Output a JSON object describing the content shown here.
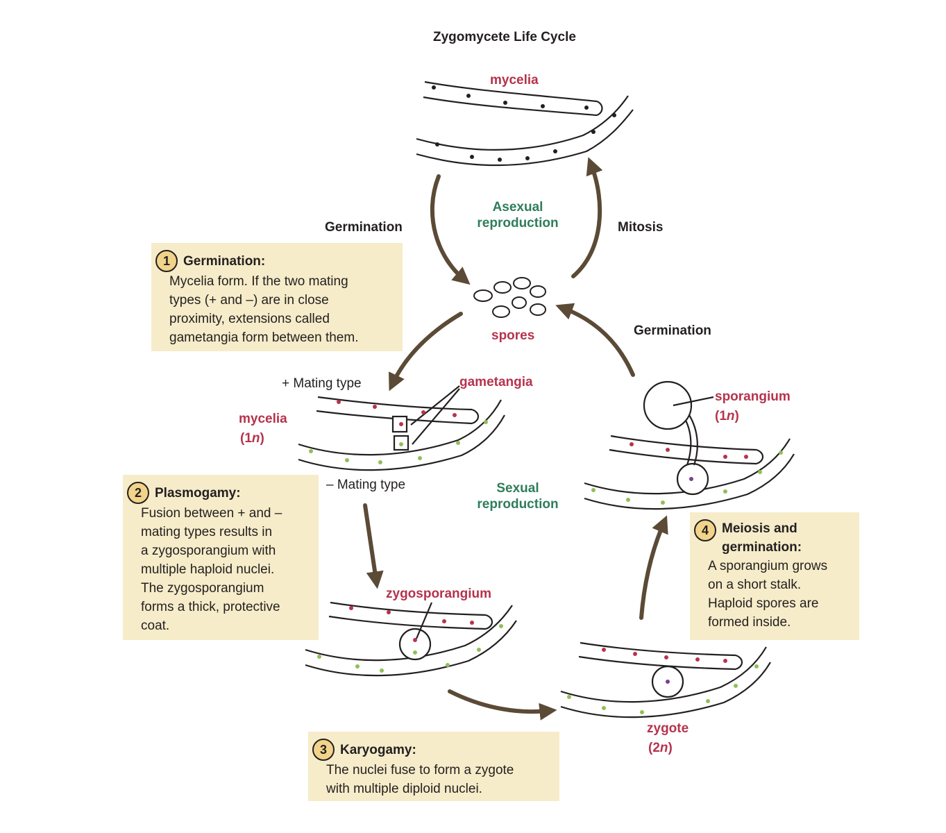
{
  "title": "Zygomycete Life Cycle",
  "labels": {
    "mycelia_top": "mycelia",
    "germination_left": "Germination",
    "asexual_line1": "Asexual",
    "asexual_line2": "reproduction",
    "mitosis": "Mitosis",
    "spores": "spores",
    "germination_right": "Germination",
    "plus_mating": "+ Mating type",
    "gametangia": "gametangia",
    "mycelia_mid": "mycelia",
    "mycelia_ploidy_open": "(1",
    "ploidy_n": "n",
    "ploidy_close": ")",
    "minus_mating": "– Mating type",
    "sexual_line1": "Sexual",
    "sexual_line2": "reproduction",
    "sporangium": "sporangium",
    "sporangium_ploidy_open": "(1",
    "zygosporangium": "zygosporangium",
    "zygote": "zygote",
    "zygote_ploidy_open": "(2"
  },
  "steps": [
    {
      "number": "1",
      "title": "Germination:",
      "lines": [
        "Mycelia form. If the two mating",
        "types (+ and –) are in close",
        "proximity, extensions called",
        "gametangia form between them."
      ]
    },
    {
      "number": "2",
      "title": "Plasmogamy:",
      "lines": [
        "Fusion between + and –",
        "mating types results in",
        "a zygosporangium with",
        "multiple haploid nuclei.",
        "The zygosporangium",
        "forms a thick, protective",
        "coat."
      ]
    },
    {
      "number": "3",
      "title": "Karyogamy:",
      "lines": [
        "The nuclei fuse to form a zygote",
        "with multiple diploid nuclei."
      ]
    },
    {
      "number": "4",
      "title_lines": [
        "Meiosis and",
        "germination:"
      ],
      "lines": [
        "A sporangium grows",
        "on a short stalk.",
        "Haploid spores are",
        "formed inside."
      ]
    }
  ],
  "colors": {
    "arrow": "#5b4a36",
    "outline": "#231f20",
    "plus_nucleus": "#b5334d",
    "minus_nucleus": "#8fbf5a",
    "box_fill": "#f6ecc9",
    "step_badge": "#f1d38a"
  }
}
